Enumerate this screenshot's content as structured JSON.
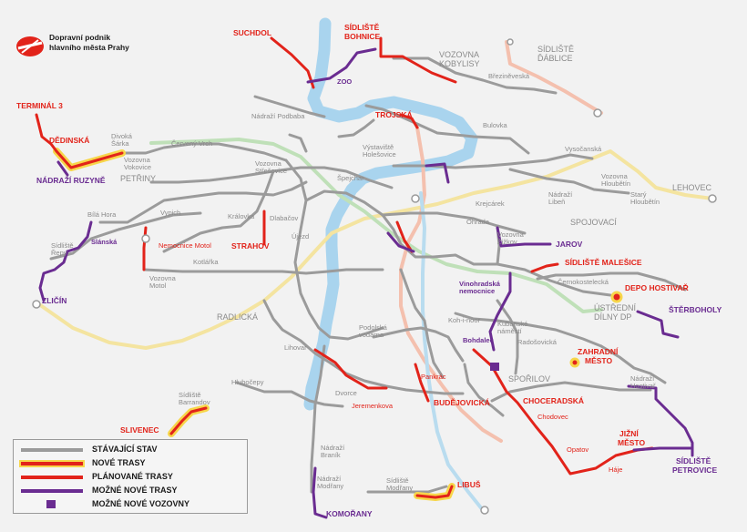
{
  "org": {
    "name_line1": "Dopravní podnik",
    "name_line2": "hlavního města Prahy"
  },
  "colors": {
    "existing": "#9b9b9b",
    "new_route": "#e2231a",
    "new_route_highlight": "#f7d64a",
    "planned": "#e2231a",
    "possible": "#6a2c91",
    "river": "#a9d4ee",
    "faded_yellow": "#f4e4a0",
    "faded_green": "#bfe0b8",
    "faded_salmon": "#f4c0ae",
    "faded_blue": "#b9dcef",
    "background": "#f2f2f2"
  },
  "legend": {
    "existing": "STÁVAJÍCÍ STAV",
    "new_routes": "NOVÉ TRASY",
    "planned_routes": "PLÁNOVANÉ TRASY",
    "possible_routes": "MOŽNÉ NOVÉ TRASY",
    "possible_depots": "MOŽNÉ NOVÉ VOZOVNY"
  },
  "labels": {
    "suchdol": "SUCHDOL",
    "sidliste_bohnice_1": "SÍDLIŠTĚ",
    "sidliste_bohnice_2": "BOHNICE",
    "vozovna_kobylisy_1": "VOZOVNA",
    "vozovna_kobylisy_2": "KOBYLISY",
    "sidliste_dablice_1": "SÍDLIŠTĚ",
    "sidliste_dablice_2": "ĎÁBLICE",
    "brezineveska": "Březiněveská",
    "zoo": "ZOO",
    "terminal3": "TERMINÁL 3",
    "nadrazi_podbaba": "Nádraží Podbaba",
    "trojska": "TROJSKÁ",
    "bulovka": "Bulovka",
    "dedinska": "DĚDINSKÁ",
    "divoka_sarka_1": "Divoká",
    "divoka_sarka_2": "Šárka",
    "cerveny_vrch": "Červený Vrch",
    "vozovna_vokovice_1": "Vozovna",
    "vozovna_vokovice_2": "Vokovice",
    "vystaviste_1": "Výstaviště",
    "vystaviste_2": "Holešovice",
    "vysocanska": "Vysočanská",
    "nadrazi_ruzyne": "NÁDRAŽÍ RUZYNĚ",
    "petriny": "PETŘINY",
    "vozovna_stresovice_1": "Vozovna",
    "vozovna_stresovice_2": "Střešovice",
    "spejchar": "Špejchar",
    "vozovna_hloubetin_1": "Vozovna",
    "vozovna_hloubetin_2": "Hloubětín",
    "lehovec": "LEHOVEC",
    "krejcarek": "Krejcárek",
    "nadrazi_liben_1": "Nádraží",
    "nadrazi_liben_2": "Libeň",
    "stary_hloubetin_1": "Starý",
    "stary_hloubetin_2": "Hloubětín",
    "bila_hora": "Bílá Hora",
    "vypich": "Vypich",
    "kralovka": "Královka",
    "dlabacov": "Dlabačov",
    "ohrada": "Ohrada",
    "spojovaci": "SPOJOVACÍ",
    "sidliste_repy_1": "Sídliště",
    "sidliste_repy_2": "Řepy",
    "slanska": "Slánská",
    "nemocnice_motol": "Nemocnice Motol",
    "strahov": "STRAHOV",
    "ujezd": "Újezd",
    "vozovna_zizkov_1": "Vozovna",
    "vozovna_zizkov_2": "Žižkov",
    "jarov": "JAROV",
    "kotlarka": "Kotlářka",
    "vozovna_motol_1": "Vozovna",
    "vozovna_motol_2": "Motol",
    "sidliste_malesice": "SÍDLIŠTĚ MALEŠICE",
    "zlicin": "ZLIČÍN",
    "vinohradska_1": "Vinohradská",
    "vinohradska_2": "nemocnice",
    "cernokostelecka": "Černokostelecká",
    "depo_hostivar": "DEPO HOSTIVAŘ",
    "radlicka": "RADLICKÁ",
    "koh_i_noor": "Koh-i-noor",
    "kubanske_1": "Kubánské",
    "kubanske_2": "náměstí",
    "ustredni_1": "ÚSTŘEDNÍ",
    "ustredni_2": "DÍLNY DP",
    "sterboholy": "ŠTĚRBOHOLY",
    "podolska_1": "Podolská",
    "podolska_2": "vodárna",
    "lihovar": "Lihovar",
    "bohdalec": "Bohdalec",
    "radosovicka": "Radošovická",
    "zahradni_1": "ZAHRADNÍ",
    "zahradni_2": "MĚSTO",
    "sporilov": "SPOŘILOV",
    "hlubocepy": "Hlubočepy",
    "pankrac": "Pankrác",
    "nadrazi_hostivar_1": "Nádraží",
    "nadrazi_hostivar_2": "Hostivař",
    "sidliste_barrandov_1": "Sídliště",
    "sidliste_barrandov_2": "Barrandov",
    "dvorce": "Dvorce",
    "jeremenkova": "Jeremenkova",
    "budejovicka": "BUDĚJOVICKÁ",
    "choceradska": "CHOCERADSKÁ",
    "chodovec": "Chodovec",
    "slivenec": "SLIVENEC",
    "nadrazi_branik_1": "Nádraží",
    "nadrazi_branik_2": "Braník",
    "jizni_1": "JIŽNÍ",
    "jizni_2": "MĚSTO",
    "opatov": "Opatov",
    "haje": "Háje",
    "sidliste_petrovice_1": "SÍDLIŠTĚ",
    "sidliste_petrovice_2": "PETROVICE",
    "nadrazi_modrany_1": "Nádraží",
    "nadrazi_modrany_2": "Modřany",
    "sidliste_modrany_1": "Sídliště",
    "sidliste_modrany_2": "Modřany",
    "libus": "LIBUŠ",
    "komorany": "KOMOŘANY"
  }
}
